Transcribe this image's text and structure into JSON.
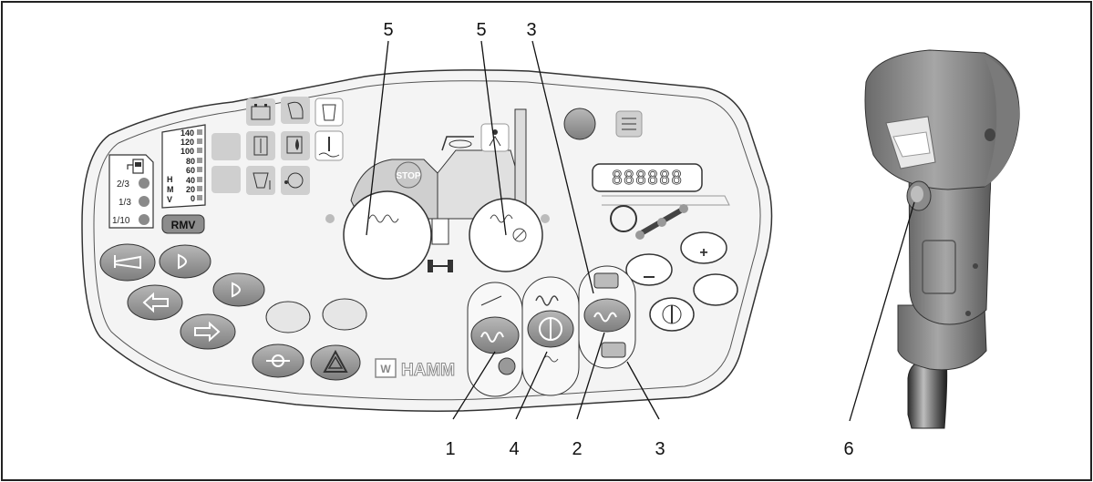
{
  "panel": {
    "brand": "HAMM",
    "stop_label": "STOP",
    "rmv_label": "RMV",
    "display_value": "888888",
    "fuel_levels": [
      "2/3",
      "1/3",
      "1/10"
    ],
    "scale_values": [
      "140",
      "120",
      "100",
      "80",
      "60",
      "40",
      "20",
      "0"
    ],
    "scale_letters": [
      "H",
      "M",
      "V"
    ]
  },
  "callouts": {
    "top": [
      "5",
      "5",
      "3"
    ],
    "bottom": [
      "1",
      "4",
      "2",
      "3",
      "6"
    ]
  },
  "colors": {
    "panel_fill": "#f4f4f4",
    "button_fill": "#8f8f8f",
    "icon_fill": "#cfcfcf",
    "frame": "#222222"
  }
}
